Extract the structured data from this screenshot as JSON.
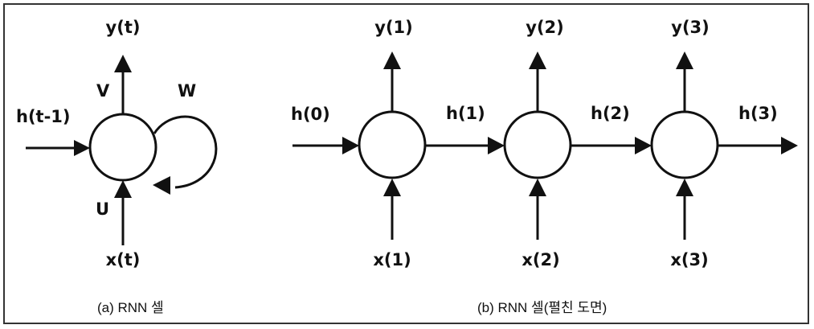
{
  "panel_a": {
    "output": "y(t)",
    "input": "x(t)",
    "prev_hidden": "h(t-1)",
    "weight_v": "V",
    "weight_w": "W",
    "weight_u": "U",
    "caption": "(a) RNN 셀"
  },
  "panel_b": {
    "hidden_states": [
      "h(0)",
      "h(1)",
      "h(2)",
      "h(3)"
    ],
    "outputs": [
      "y(1)",
      "y(2)",
      "y(3)"
    ],
    "inputs": [
      "x(1)",
      "x(2)",
      "x(3)"
    ],
    "caption": "(b) RNN 셀(펼친 도면)"
  }
}
